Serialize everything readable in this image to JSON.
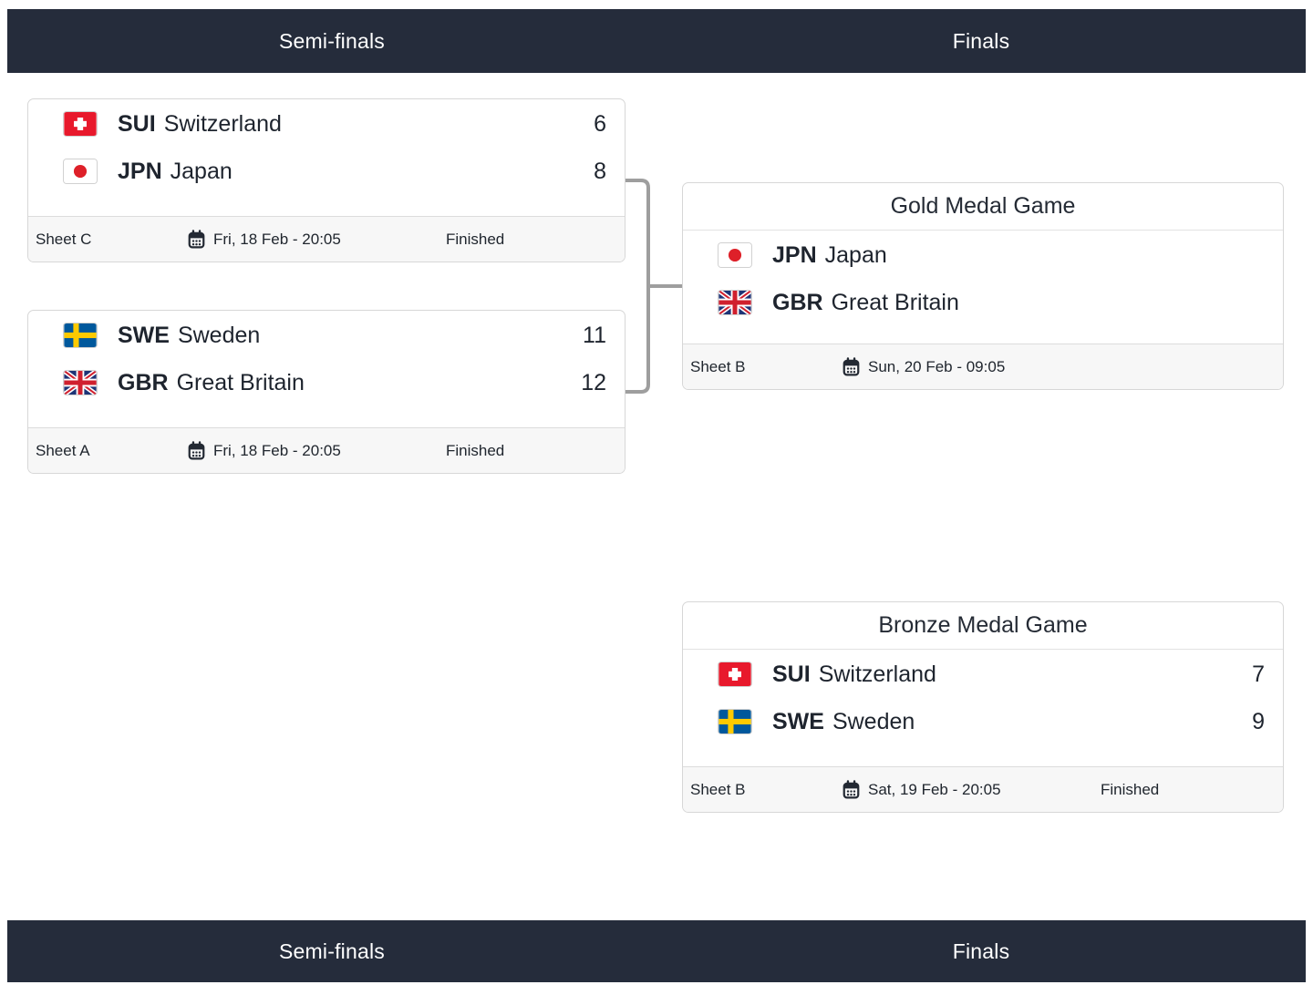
{
  "page": {
    "colors": {
      "header_bg": "#252c3b",
      "footer_bg": "#f7f7f7",
      "text": "#1e242e",
      "connector": "#9e9e9e",
      "swiss_red": "#e8192c",
      "japan_red": "#de2029",
      "sweden_blue": "#00589c",
      "sweden_yellow": "#fdca00",
      "uk_navy": "#1e3476",
      "uk_red": "#d0202e"
    },
    "icons": {
      "calendar": "calendar-icon"
    }
  },
  "columns": [
    {
      "label": "Semi-finals"
    },
    {
      "label": "Finals"
    }
  ],
  "matches": [
    {
      "id": "semi-final-1",
      "teams": [
        {
          "code": "SUI",
          "name": "Switzerland",
          "flag": "switzerland-flag-icon",
          "score": "6"
        },
        {
          "code": "JPN",
          "name": "Japan",
          "flag": "japan-flag-icon",
          "score": "8"
        }
      ],
      "footer": {
        "sheet": "Sheet C",
        "datetime": "Fri, 18 Feb - 20:05",
        "status": "Finished"
      }
    },
    {
      "id": "semi-final-2",
      "teams": [
        {
          "code": "SWE",
          "name": "Sweden",
          "flag": "sweden-flag-icon",
          "score": "11"
        },
        {
          "code": "GBR",
          "name": "Great Britain",
          "flag": "great-britain-flag-icon",
          "score": "12"
        }
      ],
      "footer": {
        "sheet": "Sheet A",
        "datetime": "Fri, 18 Feb - 20:05",
        "status": "Finished"
      }
    },
    {
      "id": "gold-medal-game",
      "title": "Gold Medal Game",
      "teams": [
        {
          "code": "JPN",
          "name": "Japan",
          "flag": "japan-flag-icon"
        },
        {
          "code": "GBR",
          "name": "Great Britain",
          "flag": "great-britain-flag-icon"
        }
      ],
      "footer": {
        "sheet": "Sheet B",
        "datetime": "Sun, 20 Feb - 09:05"
      }
    },
    {
      "id": "bronze-medal-game",
      "title": "Bronze Medal Game",
      "teams": [
        {
          "code": "SUI",
          "name": "Switzerland",
          "flag": "switzerland-flag-icon",
          "score": "7"
        },
        {
          "code": "SWE",
          "name": "Sweden",
          "flag": "sweden-flag-icon",
          "score": "9"
        }
      ],
      "footer": {
        "sheet": "Sheet B",
        "datetime": "Sat, 19 Feb - 20:05",
        "status": "Finished"
      }
    }
  ]
}
